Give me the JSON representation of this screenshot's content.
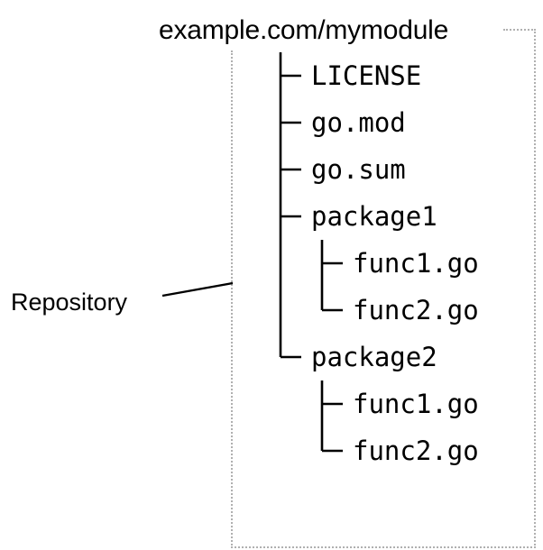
{
  "diagram": {
    "title": "example.com/mymodule",
    "annotation_label": "Repository",
    "boundary_style": "dotted",
    "boundary_color": "#b0b0b0",
    "line_color": "#000000",
    "background": "#ffffff",
    "tree": [
      {
        "name": "LICENSE",
        "depth": 0,
        "last": false,
        "kind": "file"
      },
      {
        "name": "go.mod",
        "depth": 0,
        "last": false,
        "kind": "file"
      },
      {
        "name": "go.sum",
        "depth": 0,
        "last": false,
        "kind": "file"
      },
      {
        "name": "package1",
        "depth": 0,
        "last": false,
        "kind": "directory"
      },
      {
        "name": "func1.go",
        "depth": 1,
        "last": false,
        "kind": "file"
      },
      {
        "name": "func2.go",
        "depth": 1,
        "last": true,
        "kind": "file"
      },
      {
        "name": "package2",
        "depth": 0,
        "last": true,
        "kind": "directory"
      },
      {
        "name": "func1.go",
        "depth": 1,
        "last": false,
        "kind": "file"
      },
      {
        "name": "func2.go",
        "depth": 1,
        "last": true,
        "kind": "file"
      }
    ]
  }
}
